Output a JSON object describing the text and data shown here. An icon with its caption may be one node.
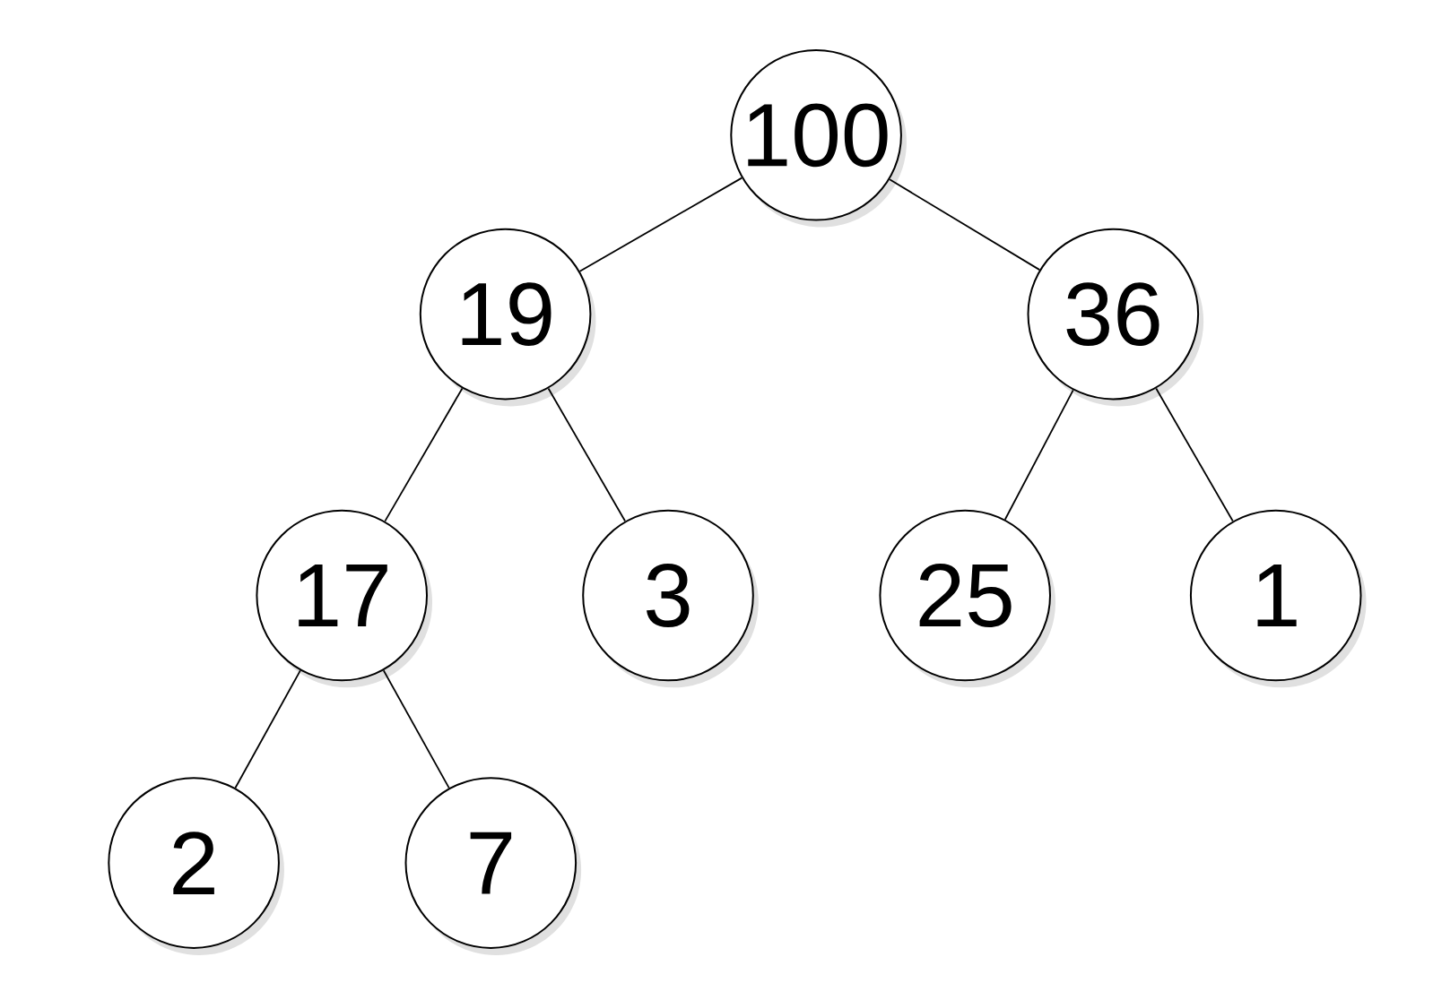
{
  "diagram": {
    "nodes": [
      {
        "text": [
          "100"
        ]
      },
      {
        "text": [
          "19"
        ]
      },
      {
        "text": [
          "36"
        ]
      },
      {
        "text": [
          "17"
        ]
      },
      {
        "text": [
          "3"
        ]
      },
      {
        "text": [
          "25"
        ]
      },
      {
        "text": [
          "1"
        ]
      },
      {
        "text": [
          "2"
        ]
      },
      {
        "text": [
          "7"
        ]
      }
    ],
    "edges": [
      {
        "from": 0,
        "to": 1,
        "arrow": "none"
      },
      {
        "from": 0,
        "to": 2,
        "arrow": "none"
      },
      {
        "from": 1,
        "to": 3,
        "arrow": "none"
      },
      {
        "from": 1,
        "to": 4,
        "arrow": "none"
      },
      {
        "from": 2,
        "to": 5,
        "arrow": "none"
      },
      {
        "from": 2,
        "to": 6,
        "arrow": "none"
      },
      {
        "from": 3,
        "to": 7,
        "arrow": "none"
      },
      {
        "from": 3,
        "to": 8,
        "arrow": "none"
      }
    ]
  }
}
